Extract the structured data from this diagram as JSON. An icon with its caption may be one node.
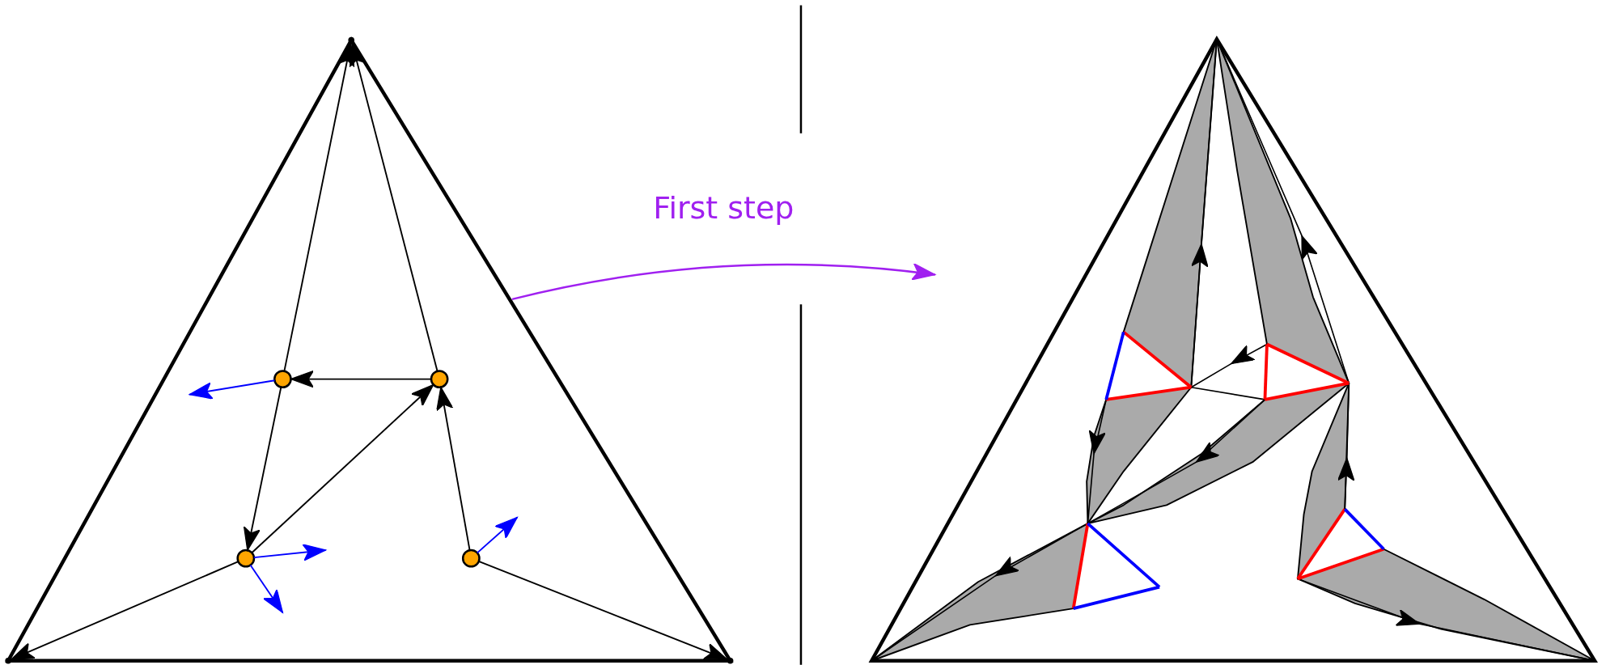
{
  "diagram": {
    "nodes": [
      {
        "text": [],
        "shape": "triangle"
      },
      {
        "text": [],
        "shape": "point",
        "in": 0
      },
      {
        "text": [],
        "shape": "point",
        "in": 0
      },
      {
        "text": [],
        "shape": "point",
        "in": 0
      },
      {
        "text": [],
        "shape": "circle",
        "in": 0
      },
      {
        "text": [],
        "shape": "circle",
        "in": 0
      },
      {
        "text": [],
        "shape": "circle",
        "in": 0
      },
      {
        "text": [],
        "shape": "circle",
        "in": 0
      },
      {
        "text": [],
        "shape": "picture"
      }
    ],
    "edges": [
      {
        "from": 4,
        "to": 1,
        "arrow": "to"
      },
      {
        "from": 5,
        "to": 1,
        "arrow": "to"
      },
      {
        "from": 5,
        "to": 4,
        "arrow": "to"
      },
      {
        "from": 6,
        "to": 5,
        "arrow": "to"
      },
      {
        "from": 4,
        "to": 6,
        "arrow": "to"
      },
      {
        "from": 7,
        "to": 5,
        "arrow": "to"
      },
      {
        "from": 6,
        "to": 2,
        "arrow": "to"
      },
      {
        "from": 7,
        "to": 3,
        "arrow": "to"
      },
      {
        "from": 4,
        "to": null,
        "arrow": "to",
        "color": "#0000ff"
      },
      {
        "from": 6,
        "to": null,
        "arrow": "to",
        "color": "#0000ff"
      },
      {
        "from": 6,
        "to": null,
        "arrow": "to",
        "color": "#0000ff"
      },
      {
        "from": 7,
        "to": null,
        "arrow": "to",
        "color": "#0000ff"
      },
      {
        "from": 0,
        "to": 8,
        "arrow": "to",
        "label": "First step",
        "color": "#a020f0"
      }
    ]
  }
}
